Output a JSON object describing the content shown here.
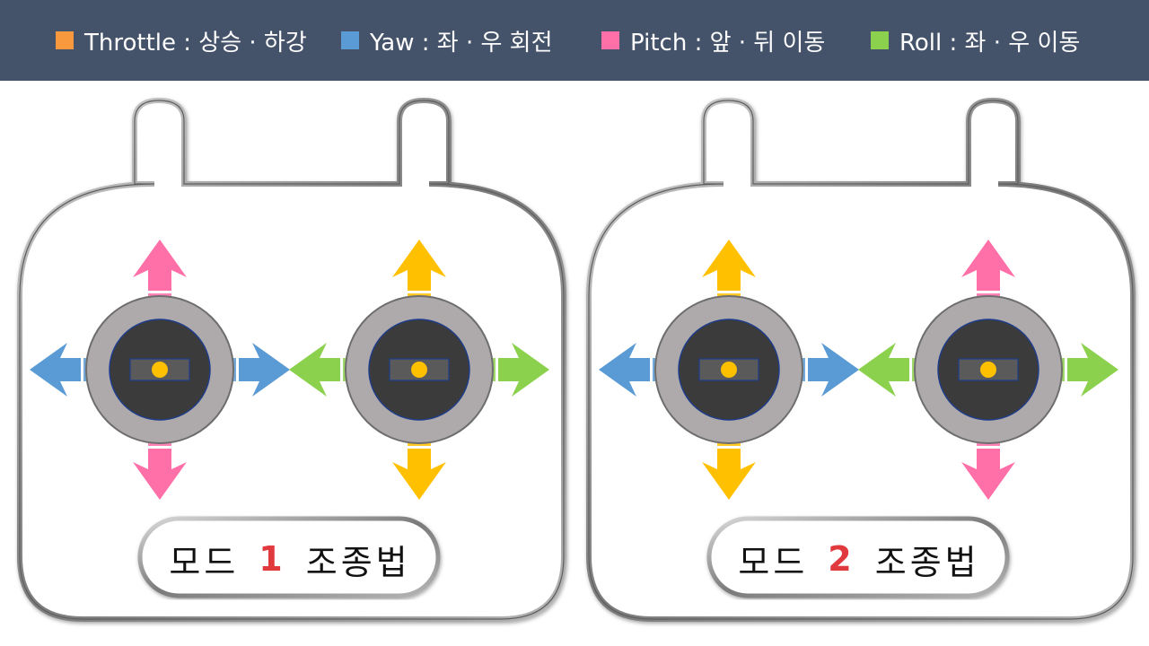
{
  "legend": [
    {
      "label": "Throttle : 상승 · 하강",
      "color": "#f7993c"
    },
    {
      "label": "Yaw : 좌 · 우 회전",
      "color": "#5b9bd5"
    },
    {
      "label": "Pitch : 앞 · 뒤 이동",
      "color": "#ff6fa8"
    },
    {
      "label": "Roll : 좌 · 우 이동",
      "color": "#8cd14d"
    }
  ],
  "modes": [
    {
      "prefix": "모드",
      "number": "1",
      "suffix": "조종법",
      "left_stick": {
        "vertical": "Pitch",
        "horizontal": "Yaw"
      },
      "right_stick": {
        "vertical": "Throttle",
        "horizontal": "Roll"
      }
    },
    {
      "prefix": "모드",
      "number": "2",
      "suffix": "조종법",
      "left_stick": {
        "vertical": "Throttle",
        "horizontal": "Yaw"
      },
      "right_stick": {
        "vertical": "Pitch",
        "horizontal": "Roll"
      }
    }
  ],
  "colors": {
    "header_bg": "#44526a",
    "arrow_yellow": "#ffc000",
    "arrow_pink": "#ff6fa8",
    "arrow_blue": "#5b9bd5",
    "arrow_green": "#8cd14d",
    "mode_number": "#e0393e"
  },
  "icons": [
    "controller-outline-icon",
    "joystick-icon",
    "direction-arrow-icon"
  ]
}
